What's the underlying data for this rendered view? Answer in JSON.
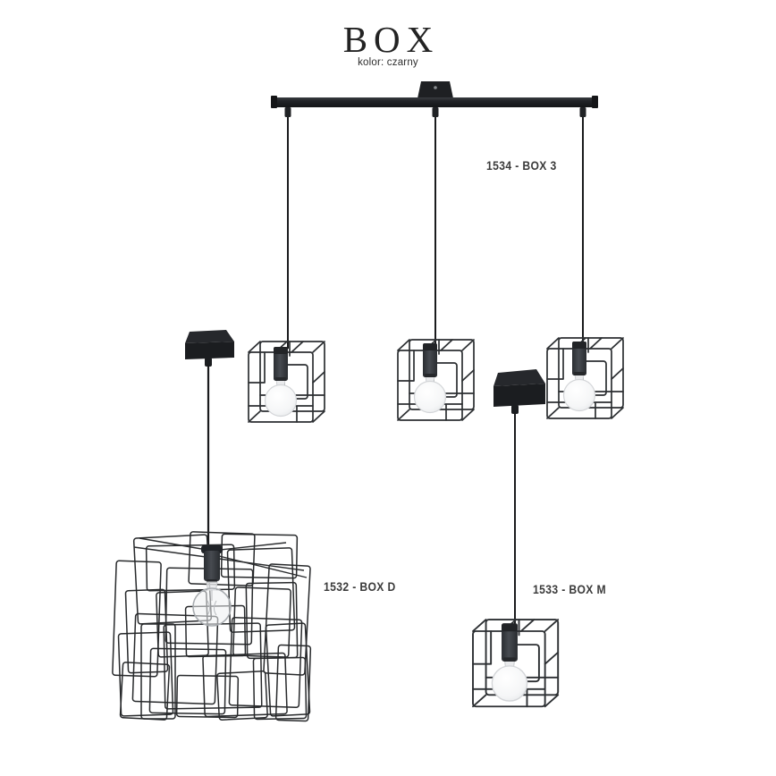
{
  "header": {
    "title": "BOX",
    "subtitle": "kolor: czarny"
  },
  "products": [
    {
      "code": "1534",
      "name": "BOX 3",
      "label": "1534 - BOX 3",
      "type": "triple-bar-pendant"
    },
    {
      "code": "1532",
      "name": "BOX D",
      "label": "1532 - BOX D",
      "type": "wire-cluster-pendant"
    },
    {
      "code": "1533",
      "name": "BOX M",
      "label": "1533 - BOX M",
      "type": "single-cage-pendant"
    }
  ],
  "colors": {
    "background": "#ffffff",
    "metal_black": "#1f2124",
    "wire_black": "#2c2f32",
    "cable_black": "#1a1b1d",
    "bulb_white": "#f6f7f8",
    "title_text": "#232323",
    "label_text": "#3b3b3b"
  }
}
